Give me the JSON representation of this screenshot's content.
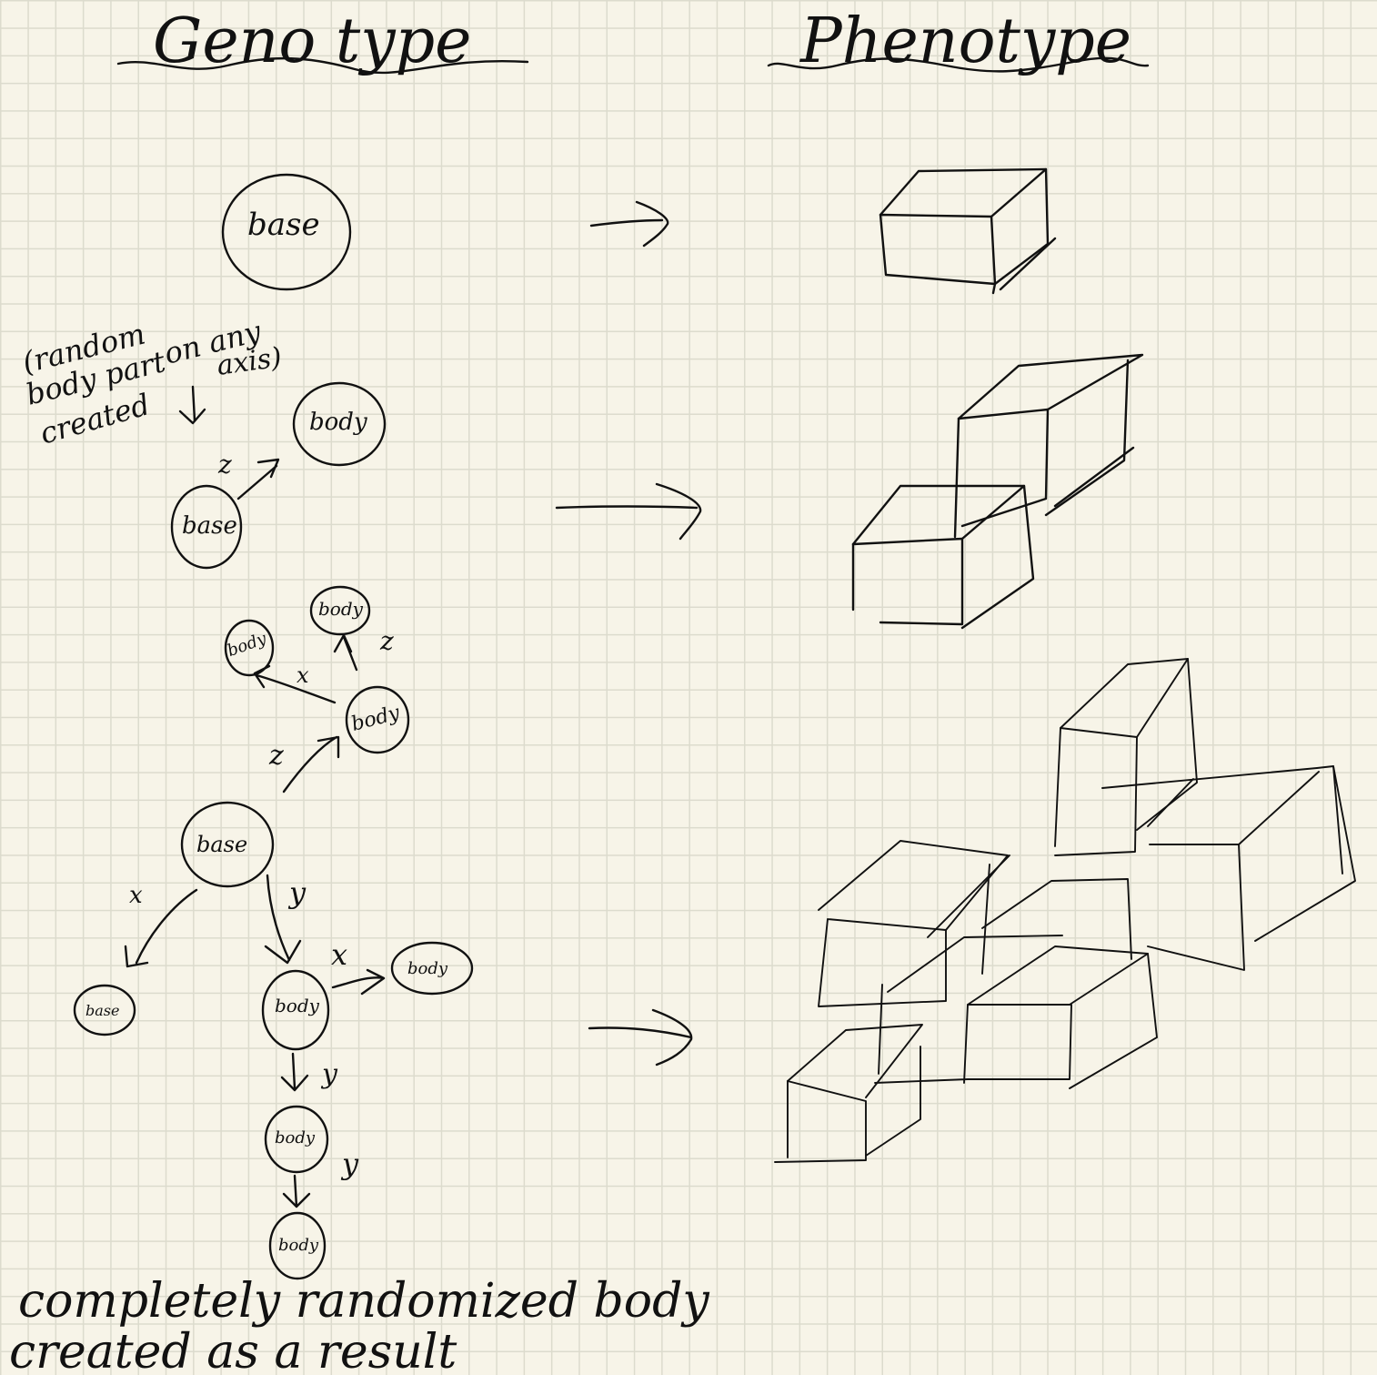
{
  "headers": {
    "genotype": "Geno type",
    "phenotype": "Phenotype"
  },
  "stage1": {
    "base": "base"
  },
  "stage2": {
    "note_line1": "(random",
    "note_line2": "body part",
    "note_line3": "created",
    "note_line4": "on any",
    "note_line5": "axis)",
    "body": "body",
    "base": "base",
    "edge_z": "z"
  },
  "stage3": {
    "body_top": "body",
    "body_left": "body",
    "body_right": "body",
    "base": "base",
    "base_child": "base",
    "body_mid": "body",
    "body_side": "body",
    "body_low1": "body",
    "body_low2": "body",
    "edge_z_top": "z",
    "edge_x_top": "x",
    "edge_z_mid": "z",
    "edge_x_left": "x",
    "edge_y_base": "y",
    "edge_x_side": "x",
    "edge_y_low1": "y",
    "edge_y_low2": "y"
  },
  "footer": {
    "line1": "completely randomized body",
    "line2": "created as a result"
  }
}
